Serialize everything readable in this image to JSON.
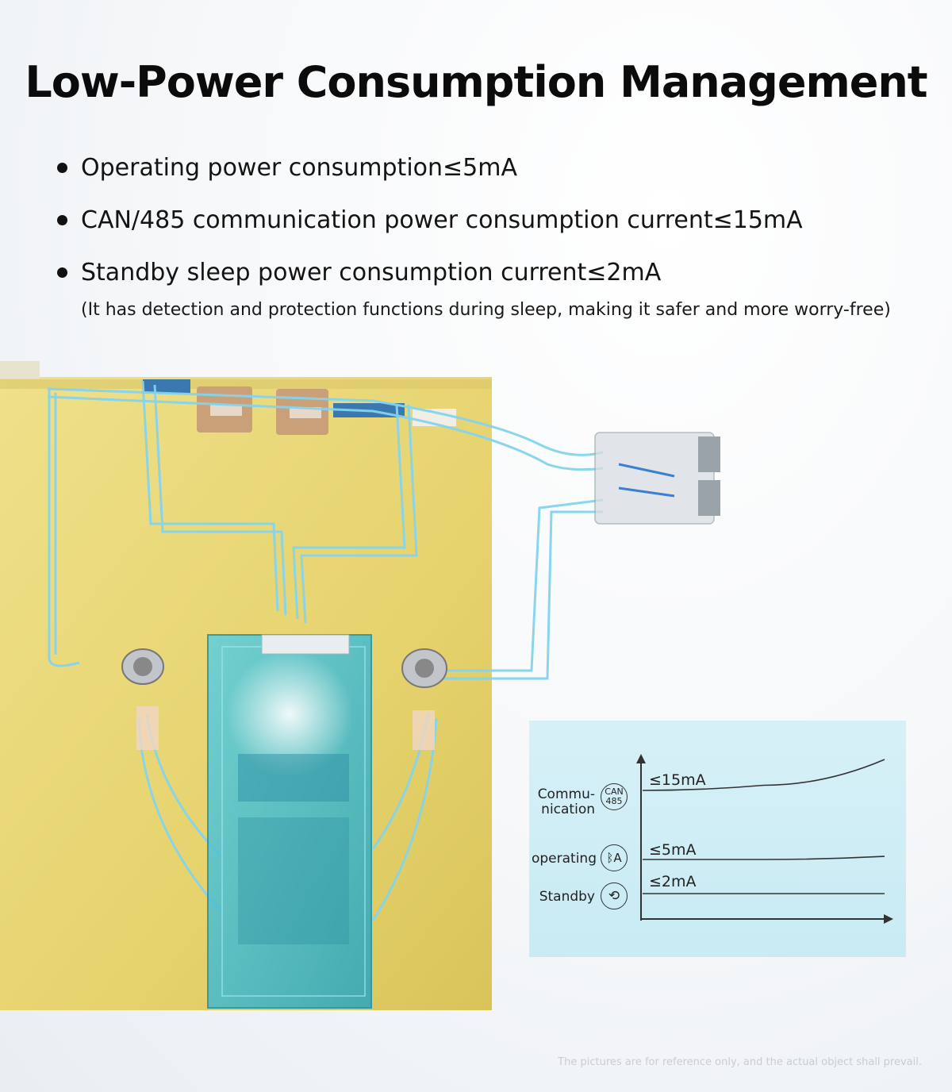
{
  "title": "Low-Power Consumption Management",
  "bullets": [
    "Operating power consumption≤5mA",
    "CAN/485 communication power consumption current≤15mA",
    "Standby sleep power consumption current≤2mA"
  ],
  "note": "(It has detection and protection functions during sleep, making it safer and more worry-free)",
  "chart": {
    "rows": [
      {
        "label_line1": "Commu-",
        "label_line2": "nication",
        "icon": "can-485-icon",
        "icon_text_1": "CAN",
        "icon_text_2": "485",
        "value": "≤15mA"
      },
      {
        "label": "operating",
        "icon": "bluetooth-icon",
        "icon_text": "A",
        "value": "≤5mA"
      },
      {
        "label": "Standby",
        "icon": "clock-icon",
        "value": "≤2mA"
      }
    ]
  },
  "chart_data": {
    "type": "line",
    "series": [
      {
        "name": "Commu-nication",
        "values": [
          15,
          15.5,
          18
        ]
      },
      {
        "name": "operating",
        "values": [
          5,
          5,
          5.3
        ]
      },
      {
        "name": "Standby",
        "values": [
          2,
          2,
          2
        ]
      }
    ]
  },
  "footer": "The pictures are for reference only, and the actual object shall prevail.",
  "colors": {
    "battery": "#e9d77a",
    "board": "#3fc2d6",
    "wire": "#7fd2ee",
    "panel": "#cdeef6"
  }
}
